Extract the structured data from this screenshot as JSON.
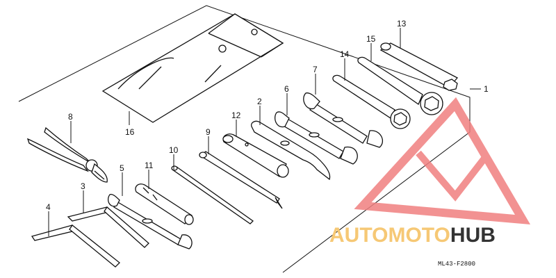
{
  "diagram": {
    "callouts": {
      "c1": "1",
      "c2": "2",
      "c3": "3",
      "c4": "4",
      "c5": "5",
      "c6": "6",
      "c7": "7",
      "c8": "8",
      "c9": "9",
      "c10": "10",
      "c11": "11",
      "c12": "12",
      "c13": "13",
      "c14": "14",
      "c15": "15",
      "c16": "16"
    },
    "reference_code": "ML43-F2800"
  },
  "watermark": {
    "part1": "AUTOMOTO",
    "part2": "HUB",
    "color_primary": "#f08080",
    "color_secondary": "#f6c875"
  },
  "colors": {
    "line": "#111111",
    "background": "#ffffff"
  }
}
